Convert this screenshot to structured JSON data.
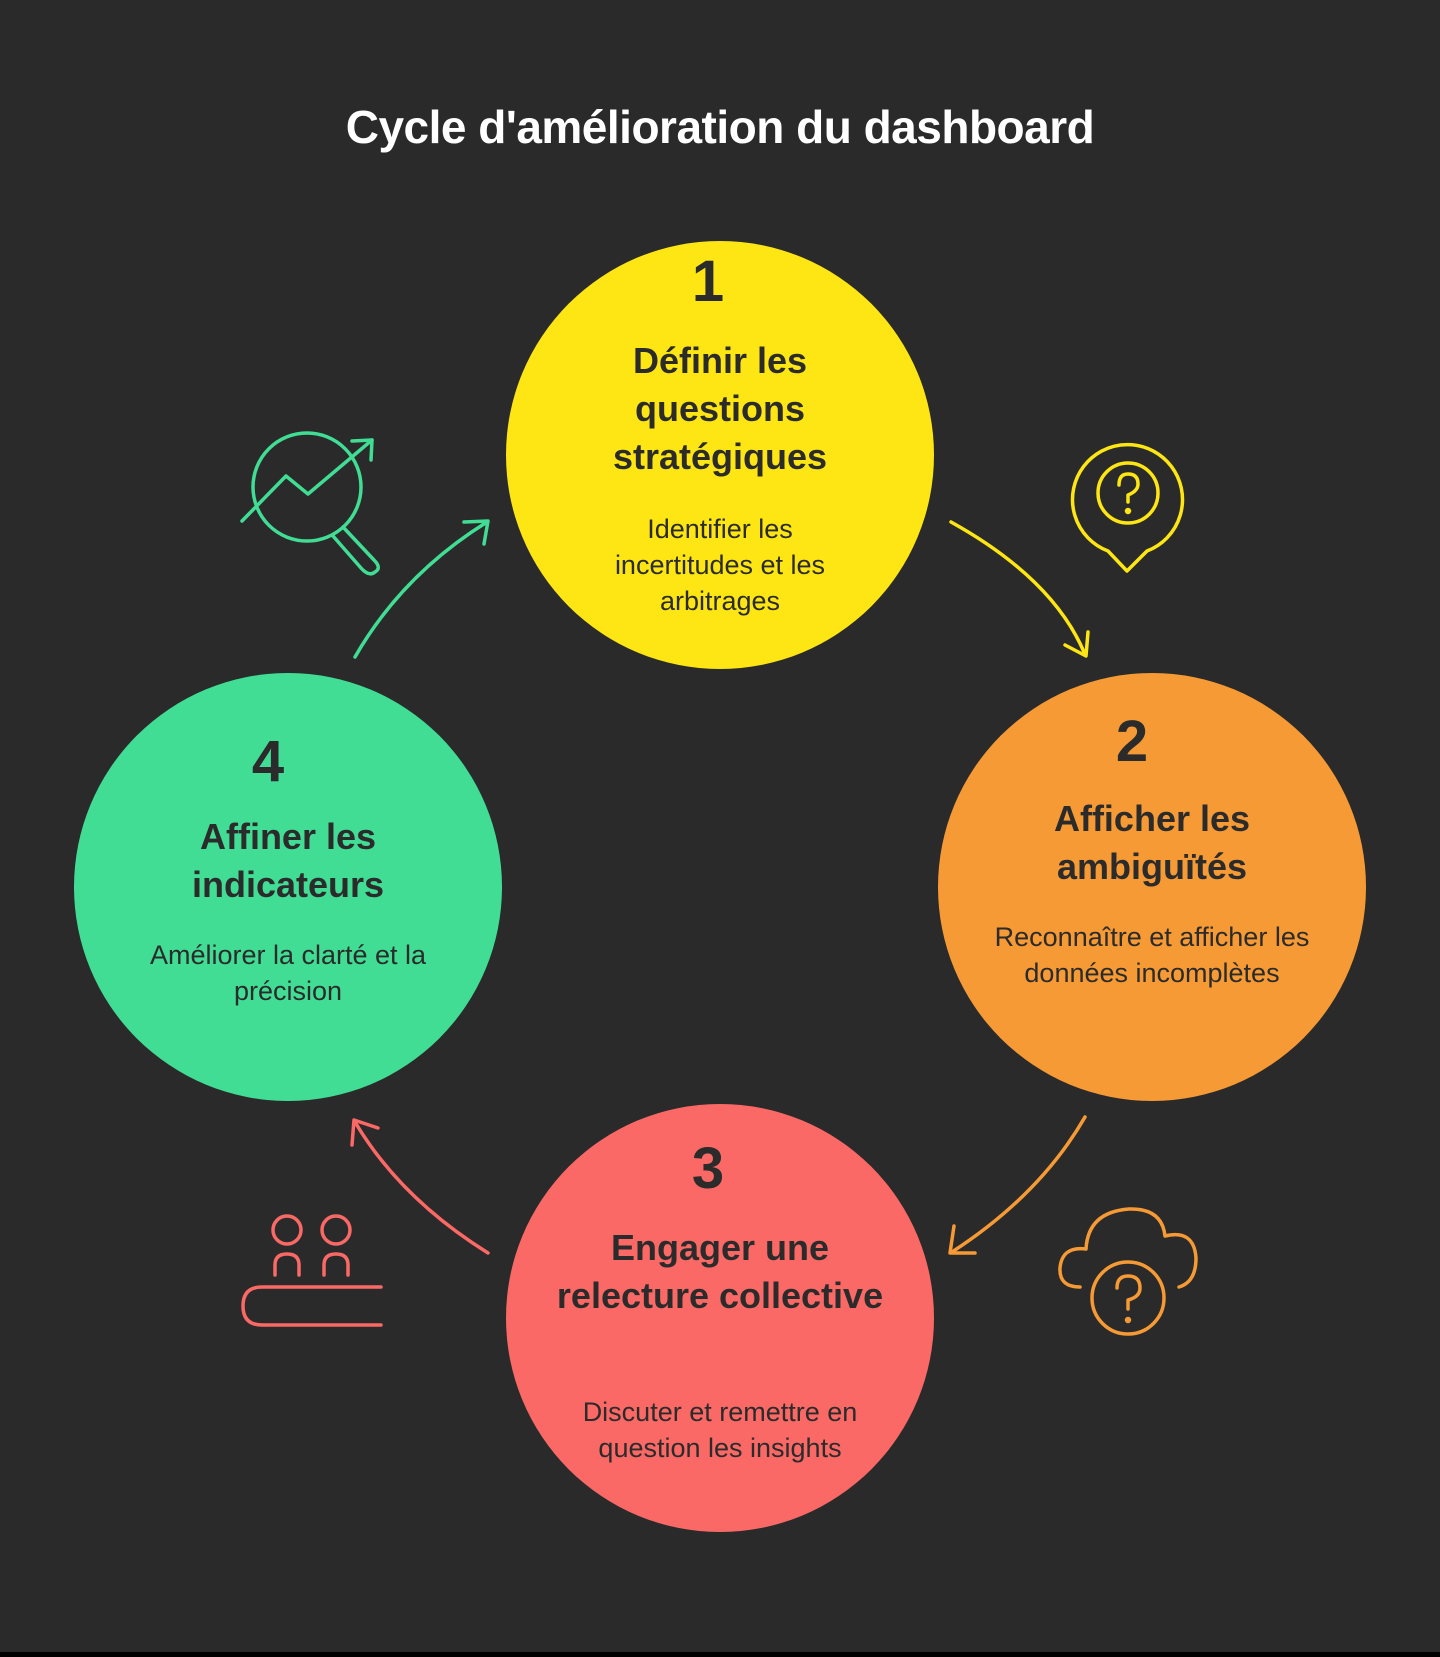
{
  "title": "Cycle d'amélioration du dashboard",
  "steps": [
    {
      "number": "1",
      "title": "Définir les questions stratégiques",
      "description": "Identifier les incertitudes et les arbitrages",
      "color": "#fde613",
      "icon": "magnifier-pin-question-icon"
    },
    {
      "number": "2",
      "title": "Afficher les ambiguïtés",
      "description": "Reconnaître et afficher les données incomplètes",
      "color": "#f69a36",
      "icon": "cloud-question-icon"
    },
    {
      "number": "3",
      "title": "Engager une relecture collective",
      "description": "Discuter et remettre en question les insights",
      "color": "#fb6966",
      "icon": "team-meeting-icon"
    },
    {
      "number": "4",
      "title": "Affiner les indicateurs",
      "description": "Améliorer la clarté et la précision",
      "color": "#41dd94",
      "icon": "trend-magnifier-icon"
    }
  ],
  "colors": {
    "background": "#2a2a2a",
    "title": "#ffffff",
    "arrow_1_2": "#fde613",
    "arrow_2_3": "#f69a36",
    "arrow_3_4": "#fb6966",
    "arrow_4_1": "#41dd94"
  }
}
